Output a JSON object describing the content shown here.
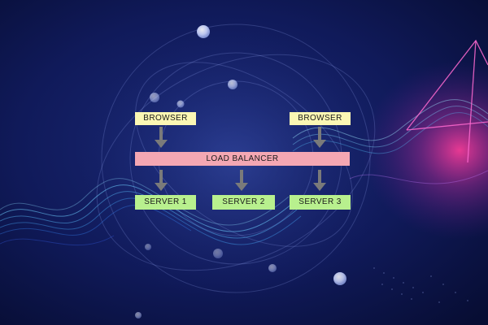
{
  "diagram": {
    "browsers": [
      {
        "label": "BROWSER"
      },
      {
        "label": "BROWSER"
      }
    ],
    "load_balancer": {
      "label": "LOAD BALANCER"
    },
    "servers": [
      {
        "label": "SERVER 1"
      },
      {
        "label": "SERVER 2"
      },
      {
        "label": "SERVER 3"
      }
    ]
  },
  "colors": {
    "browser_box": "#fbf7b4",
    "load_balancer_box": "#f4a7b3",
    "server_box": "#b8f08e",
    "arrow": "#7a7a7a",
    "background": "#0a1240"
  }
}
